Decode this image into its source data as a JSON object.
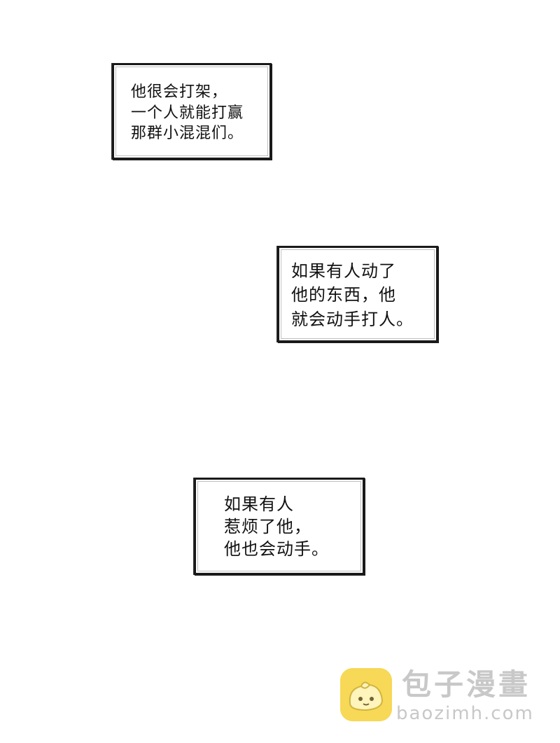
{
  "captions": [
    {
      "lines": [
        "他很会打架，",
        "一个人就能打赢",
        "那群小混混们。"
      ]
    },
    {
      "lines": [
        "如果有人动了",
        "他的东西，他",
        "就会动手打人。"
      ]
    },
    {
      "lines": [
        "如果有人",
        "惹烦了他，",
        "他也会动手。"
      ]
    }
  ],
  "watermark": {
    "title": "包子漫畫",
    "url": "baozimh.com",
    "logo_color": "#f6d23a",
    "logo_icon": "bun-mascot-icon"
  }
}
